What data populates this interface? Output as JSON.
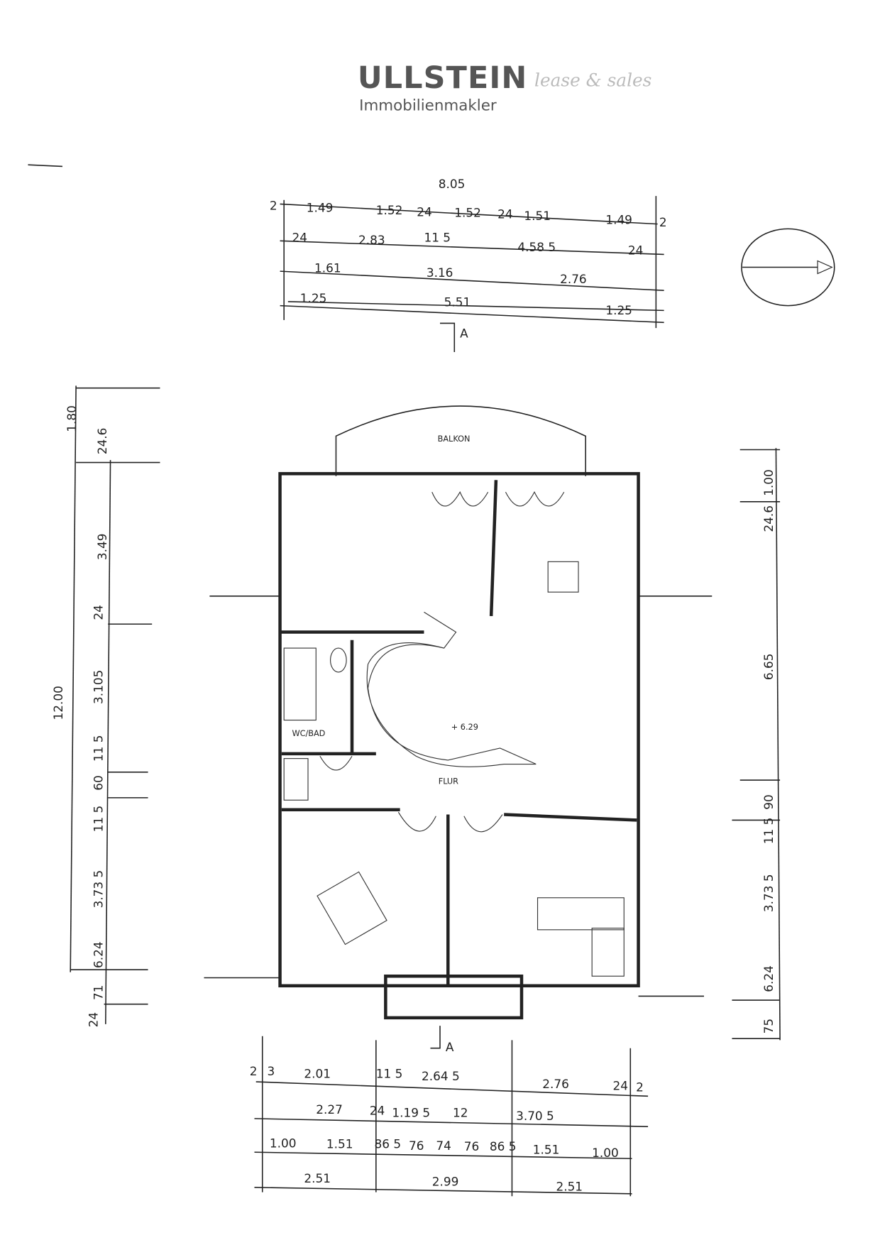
{
  "logo": {
    "name": "ULLSTEIN",
    "tagline": "lease & sales",
    "subtitle": "Immobilienmakler"
  },
  "rooms": {
    "balcony": "BALKON",
    "bath": "WC/BAD",
    "hall": "FLUR",
    "level": "+ 6.29"
  },
  "section_marker": "A",
  "top_dims": {
    "total": "8.05",
    "row1": [
      "2",
      "1.49",
      "1.52",
      "24",
      "1.52",
      "24",
      "1.51",
      "1.49",
      "2"
    ],
    "row2": [
      "24",
      "2.83",
      "11 5",
      "4.58 5",
      "24"
    ],
    "row3": [
      "1.61",
      "3.16",
      "2.76"
    ],
    "row4": [
      "1.25",
      "5.51",
      "1.25"
    ]
  },
  "bottom_dims": {
    "row1": [
      "2",
      "3",
      "2.01",
      "11 5",
      "2.64 5",
      "2.76",
      "24",
      "2"
    ],
    "row2": [
      "2.27",
      "24",
      "1.19 5",
      "12",
      "3.70 5"
    ],
    "row3": [
      "1.00",
      "1.51",
      "86 5",
      "76",
      "74",
      "76",
      "86 5",
      "1.51",
      "1.00"
    ],
    "row4": [
      "2.51",
      "2.99",
      "2.51"
    ]
  },
  "left_dims": {
    "outer": [
      "1.80",
      "12.00"
    ],
    "inner": [
      "24.6",
      "3.49",
      "24",
      "3.105",
      "11 5",
      "60",
      "11 5",
      "3.73 5",
      "6.24",
      "71",
      "24"
    ]
  },
  "right_dims": [
    "1.00",
    "24.6",
    "6.65",
    "90",
    "11 5",
    "3.73 5",
    "6.24",
    "75"
  ]
}
